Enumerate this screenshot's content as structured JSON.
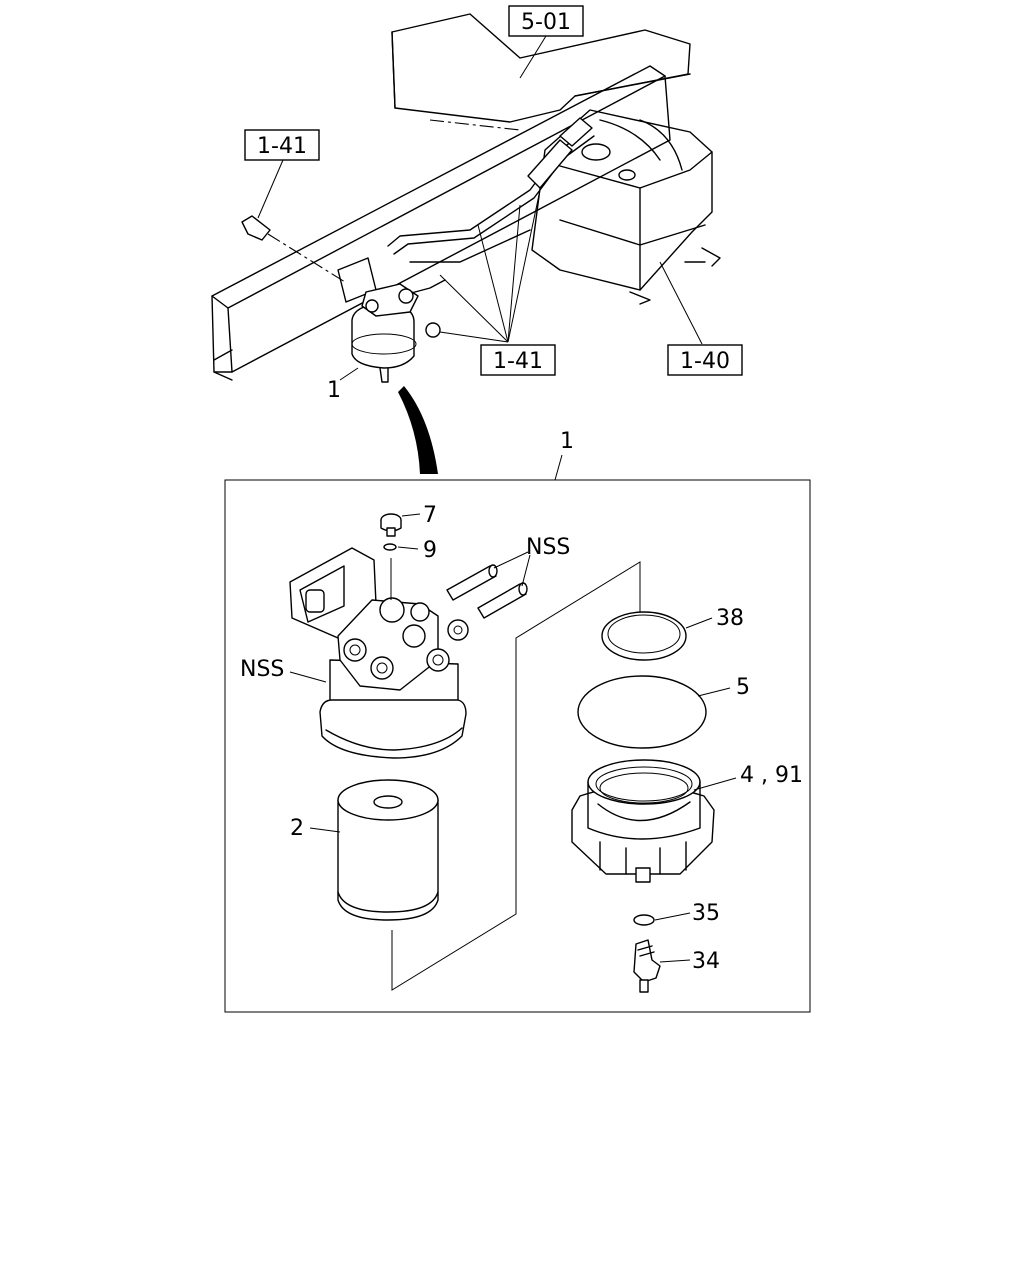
{
  "refs": {
    "frame": "5-01",
    "bolt": "1-41",
    "pipes": "1-41",
    "tank": "1-40"
  },
  "callouts": {
    "assembly_top": "1",
    "assembly_box": "1",
    "drain_bolt": "7",
    "bolt_washer": "9",
    "nipples_nss": "NSS",
    "ring_38": "38",
    "gasket_5": "5",
    "case_4_91": "4 , 91",
    "head_nss": "NSS",
    "element_2": "2",
    "oring_35": "35",
    "sensor_34": "34"
  }
}
